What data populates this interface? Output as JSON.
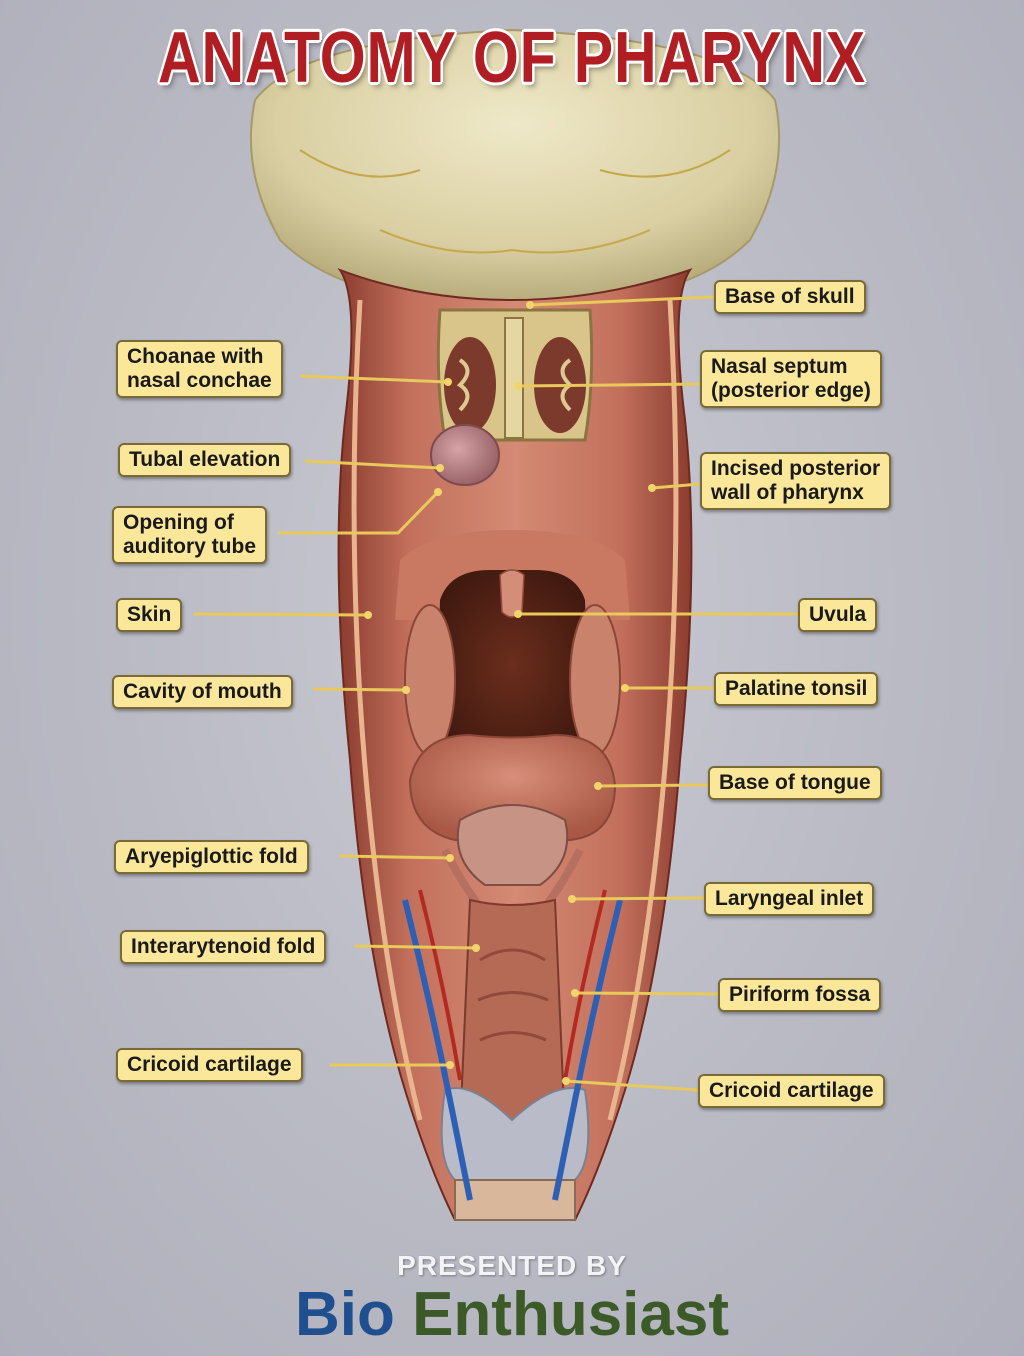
{
  "title": "ANATOMY OF PHARYNX",
  "labels": {
    "base_of_skull": "Base of skull",
    "choanae": [
      "Choanae with",
      "nasal conchae"
    ],
    "nasal_septum": [
      "Nasal septum",
      "(posterior edge)"
    ],
    "tubal_elevation": "Tubal elevation",
    "incised_wall": [
      "Incised posterior",
      "wall of pharynx"
    ],
    "auditory_tube": [
      "Opening of",
      "auditory tube"
    ],
    "skin": "Skin",
    "uvula": "Uvula",
    "cavity_of_mouth": "Cavity of mouth",
    "palatine_tonsil": "Palatine tonsil",
    "base_of_tongue": "Base of tongue",
    "aryepiglottic_fold": "Aryepiglottic fold",
    "laryngeal_inlet": "Laryngeal inlet",
    "interarytenoid_fold": "Interarytenoid fold",
    "piriform_fossa": "Piriform fossa",
    "cricoid_left": "Cricoid cartilage",
    "cricoid_right": "Cricoid cartilage"
  },
  "footer": {
    "presented_by": "PRESENTED BY",
    "brand_first": "Bio",
    "brand_second": "Enthusiast"
  },
  "colors": {
    "title_red": "#b01e24",
    "label_fill": "#fbe79a",
    "leader_line": "#e8c95a",
    "brand_blue": "#1f4f8e",
    "brand_green": "#3c5a28"
  }
}
